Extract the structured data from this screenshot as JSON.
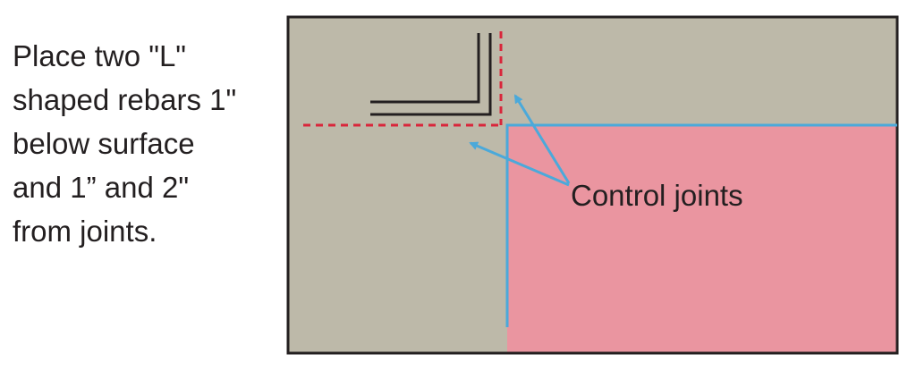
{
  "instruction": {
    "lines": [
      "Place two \"L\"",
      "shaped rebars 1\"",
      "below surface",
      "and 1” and 2\"",
      "from joints."
    ]
  },
  "callout": {
    "label": "Control joints"
  },
  "colors": {
    "slab": "#bdb9a9",
    "adjacent_slab": "#ea95a0",
    "joint_line": "#4ba9da",
    "dashed_line": "#d9263b",
    "rebar": "#231f20",
    "outline": "#231f20",
    "text": "#231f20"
  }
}
